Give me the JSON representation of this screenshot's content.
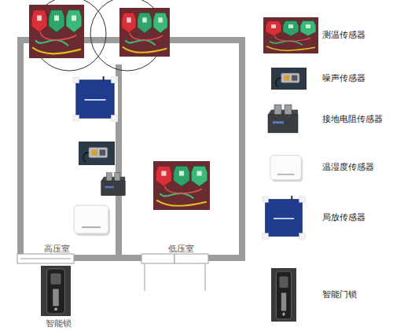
{
  "diagram": {
    "nodes": [
      {
        "text": [
          "高压室"
        ]
      },
      {
        "text": [
          "低压室"
        ]
      }
    ],
    "labels": [
      "智能锁"
    ],
    "legend": [
      {
        "text": "测温传感器"
      },
      {
        "text": "噪声传感器"
      },
      {
        "text": "接地电阻传感器"
      },
      {
        "text": "温湿度传感器"
      },
      {
        "text": "局放传感器"
      },
      {
        "text": "智能门锁"
      }
    ]
  }
}
